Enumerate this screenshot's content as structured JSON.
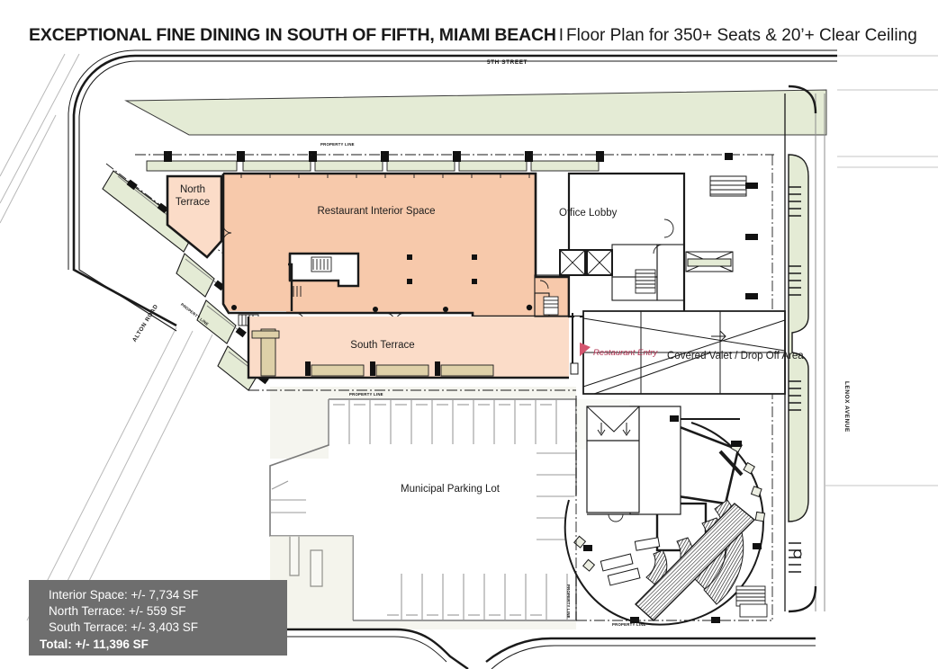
{
  "title": {
    "main": "EXCEPTIONAL FINE DINING IN SOUTH OF FIFTH, MIAMI BEACH",
    "separator": "I",
    "subtitle": "Floor Plan for 350+ Seats & 20’+ Clear Ceiling"
  },
  "plan": {
    "areas": {
      "restaurant_interior": "Restaurant Interior Space",
      "north_terrace_line1": "North",
      "north_terrace_line2": "Terrace",
      "south_terrace": "South Terrace",
      "office_lobby": "Office Lobby",
      "municipal_parking": "Municipal Parking Lot",
      "covered_valet": "Covered Valet / Drop Off Area",
      "restaurant_entry": "Restaurant Entry"
    },
    "streets": {
      "fifth_street": "5TH STREET",
      "alton_road": "ALTON ROAD",
      "lenox_avenue": "LENOX AVENUE"
    },
    "property_lines": {
      "north": "PROPERTY LINE",
      "west": "PROPERTY LINE",
      "south_upper": "PROPERTY LINE",
      "south_lower": "PROPERTY LINE",
      "east_lower": "PROPERTY LINE"
    },
    "colors": {
      "interior_fill": "#f7c9ab",
      "terrace_fill": "#fbdcc8",
      "landscape_fill": "#e4ebd5",
      "planter_fill": "#ded0a8",
      "paving_fill": "#f5f5ef",
      "entry_marker": "#d4566f",
      "entry_text": "#b03050",
      "linework": "#111111"
    }
  },
  "legend": {
    "rows": [
      "Interior Space: +/- 7,734 SF",
      "North Terrace: +/- 559 SF",
      "South Terrace: +/- 3,403 SF"
    ],
    "total": "Total: +/- 11,396 SF",
    "background": "#6e6e6e"
  }
}
